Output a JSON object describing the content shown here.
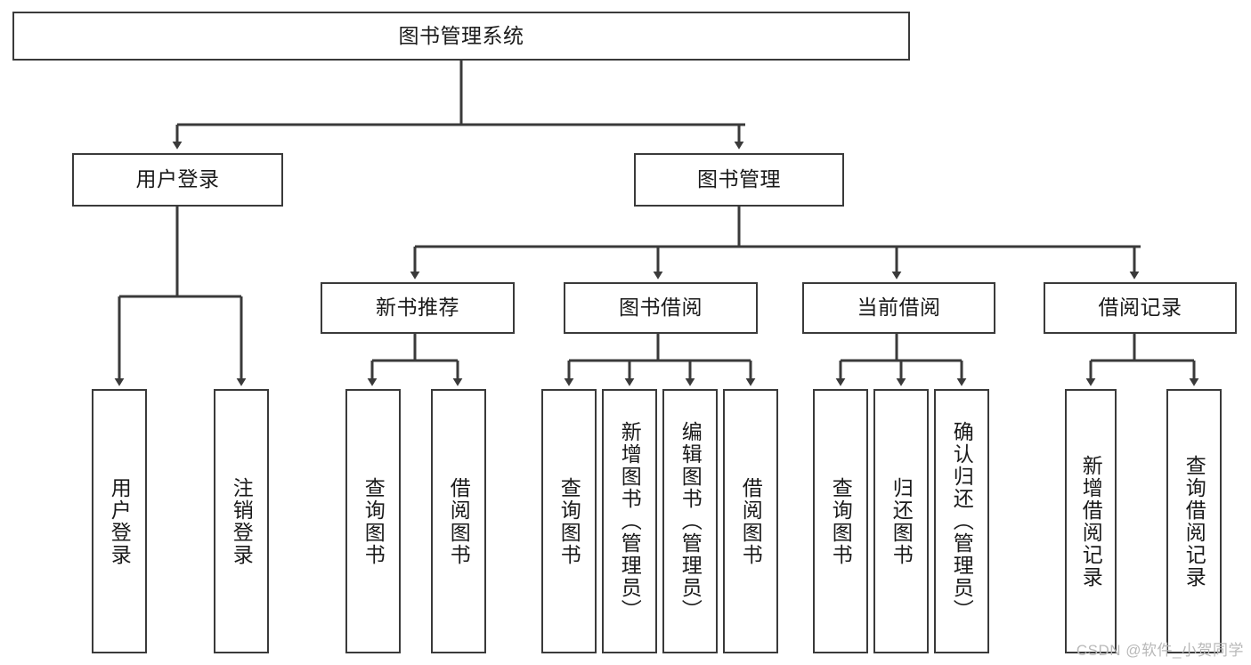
{
  "diagram": {
    "title": "图书管理系统",
    "style": {
      "line_color": "#3a3a3a",
      "box_border": "#3a3a3a",
      "box_fill": "#ffffff",
      "text_color": "#1a1a1a",
      "background": "#ffffff",
      "watermark_color": "#b9b9b9"
    },
    "root": {
      "label": "图书管理系统"
    },
    "level2": [
      {
        "label": "用户登录"
      },
      {
        "label": "图书管理"
      }
    ],
    "level3": [
      {
        "label": "新书推荐"
      },
      {
        "label": "图书借阅"
      },
      {
        "label": "当前借阅"
      },
      {
        "label": "借阅记录"
      }
    ],
    "leaves": {
      "user_login": [
        {
          "label": "用户登录"
        },
        {
          "label": "注销登录"
        }
      ],
      "new_book_recommend": [
        {
          "label": "查询图书"
        },
        {
          "label": "借阅图书"
        }
      ],
      "book_borrow": [
        {
          "label": "查询图书"
        },
        {
          "label": "新增图书（管理员）"
        },
        {
          "label": "编辑图书（管理员）"
        },
        {
          "label": "借阅图书"
        }
      ],
      "current_borrow": [
        {
          "label": "查询图书"
        },
        {
          "label": "归还图书"
        },
        {
          "label": "确认归还（管理员）"
        }
      ],
      "borrow_records": [
        {
          "label": "新增借阅记录"
        },
        {
          "label": "查询借阅记录"
        }
      ]
    }
  },
  "watermark": {
    "text": "CSDN @软件_小贺同学"
  }
}
